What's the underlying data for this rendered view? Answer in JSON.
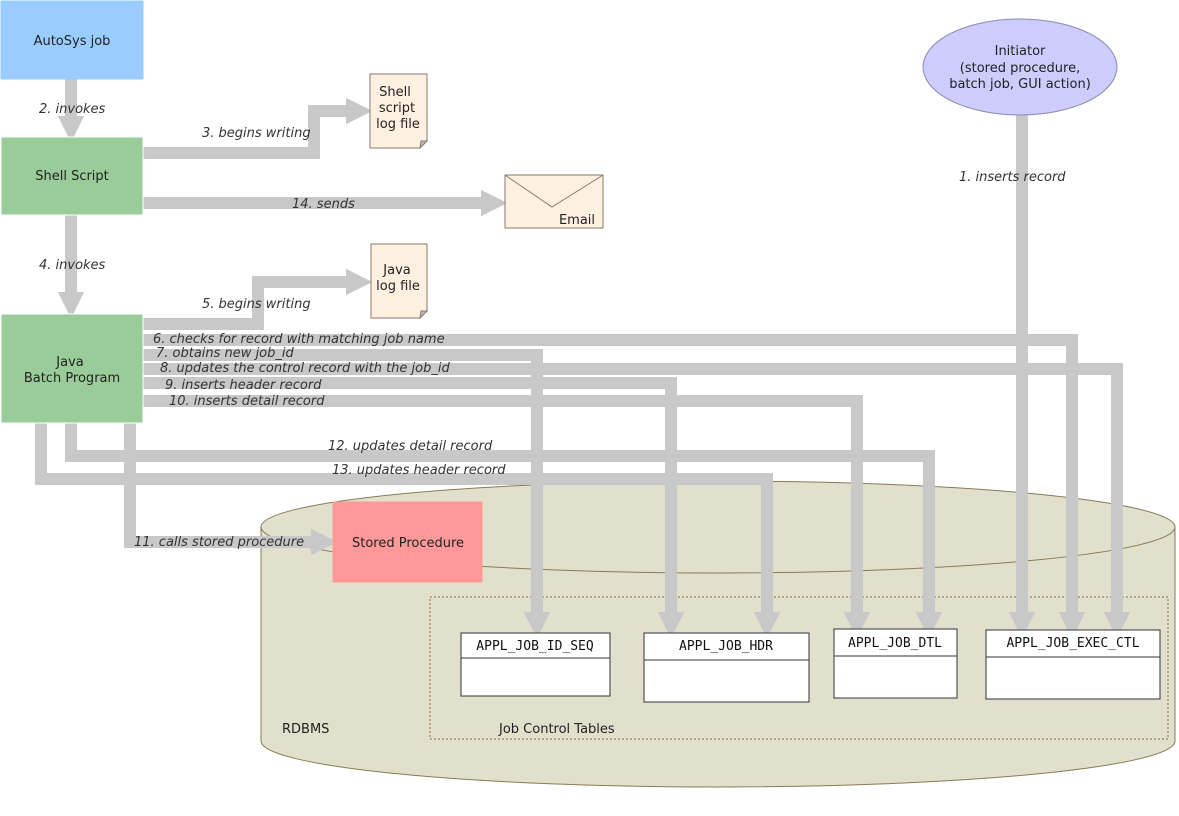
{
  "nodes": {
    "autosys": "AutoSys job",
    "shell": "Shell Script",
    "java": [
      "Java",
      "Batch Program"
    ],
    "initiator": [
      "Initiator",
      "(stored procedure,",
      "batch job, GUI action)"
    ],
    "shell_log": [
      "Shell",
      "script",
      "log file"
    ],
    "java_log": [
      "Java",
      "log file"
    ],
    "email": "Email",
    "stored_procedure": "Stored Procedure",
    "rdbms": "RDBMS",
    "job_control": "Job Control Tables"
  },
  "tables": [
    "APPL_JOB_ID_SEQ",
    "APPL_JOB_HDR",
    "APPL_JOB_DTL",
    "APPL_JOB_EXEC_CTL"
  ],
  "edges": {
    "e1": "1. inserts record",
    "e2": "2. invokes",
    "e3": "3. begins writing",
    "e4": "4. invokes",
    "e5": "5. begins writing",
    "e6": "6. checks for record with matching job name",
    "e7": "7. obtains new job_id",
    "e8": "8. updates the control record with the job_id",
    "e9": "9. inserts header record",
    "e10": "10. inserts detail record",
    "e11": "11. calls stored procedure",
    "e12": "12. updates detail record",
    "e13": "13. updates header record",
    "e14": "14. sends"
  },
  "colors": {
    "autosys": "#99ccff",
    "script_green": "#99cc99",
    "initiator": "#ccccff",
    "log_file": "#fff0e0",
    "stored_procedure": "#ff9999",
    "database": "#e0e0cc",
    "arrow": "#c8c8c8"
  }
}
